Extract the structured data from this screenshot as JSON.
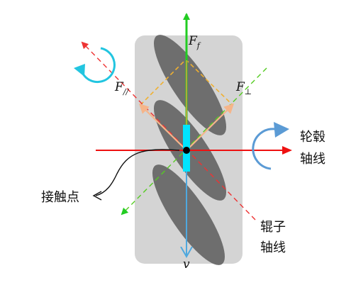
{
  "labels": {
    "f_f": "F",
    "f_f_sub": "f",
    "f_parallel": "F",
    "f_parallel_sub": "//",
    "f_perp": "F",
    "f_perp_sub": "⊥",
    "velocity": "v",
    "hub_axis_line1": "轮毂",
    "hub_axis_line2": "轴线",
    "contact_point": "接触点",
    "roller_axis_line1": "辊子",
    "roller_axis_line2": "轴线"
  },
  "colors": {
    "panel": "#d4d4d4",
    "roller": "#6e6e6e",
    "friction_arrow": "#22cc22",
    "velocity_arrow": "#4ea8de",
    "hub_axis": "#ee1111",
    "roller_axis": "#ee3333",
    "green_axis": "#55cc22",
    "component_arrow": "#f5b58a",
    "dashed_box": "#f0b030",
    "contact_bar": "#00e5ff",
    "rotation_arrow_cyan": "#22c5e0",
    "rotation_arrow_blue": "#5b9bd5",
    "contact_point": "#000000"
  },
  "icons": {
    "roller_rotation": "curved-rotation-arrow-icon",
    "hub_rotation": "curved-rotation-arrow-icon"
  }
}
